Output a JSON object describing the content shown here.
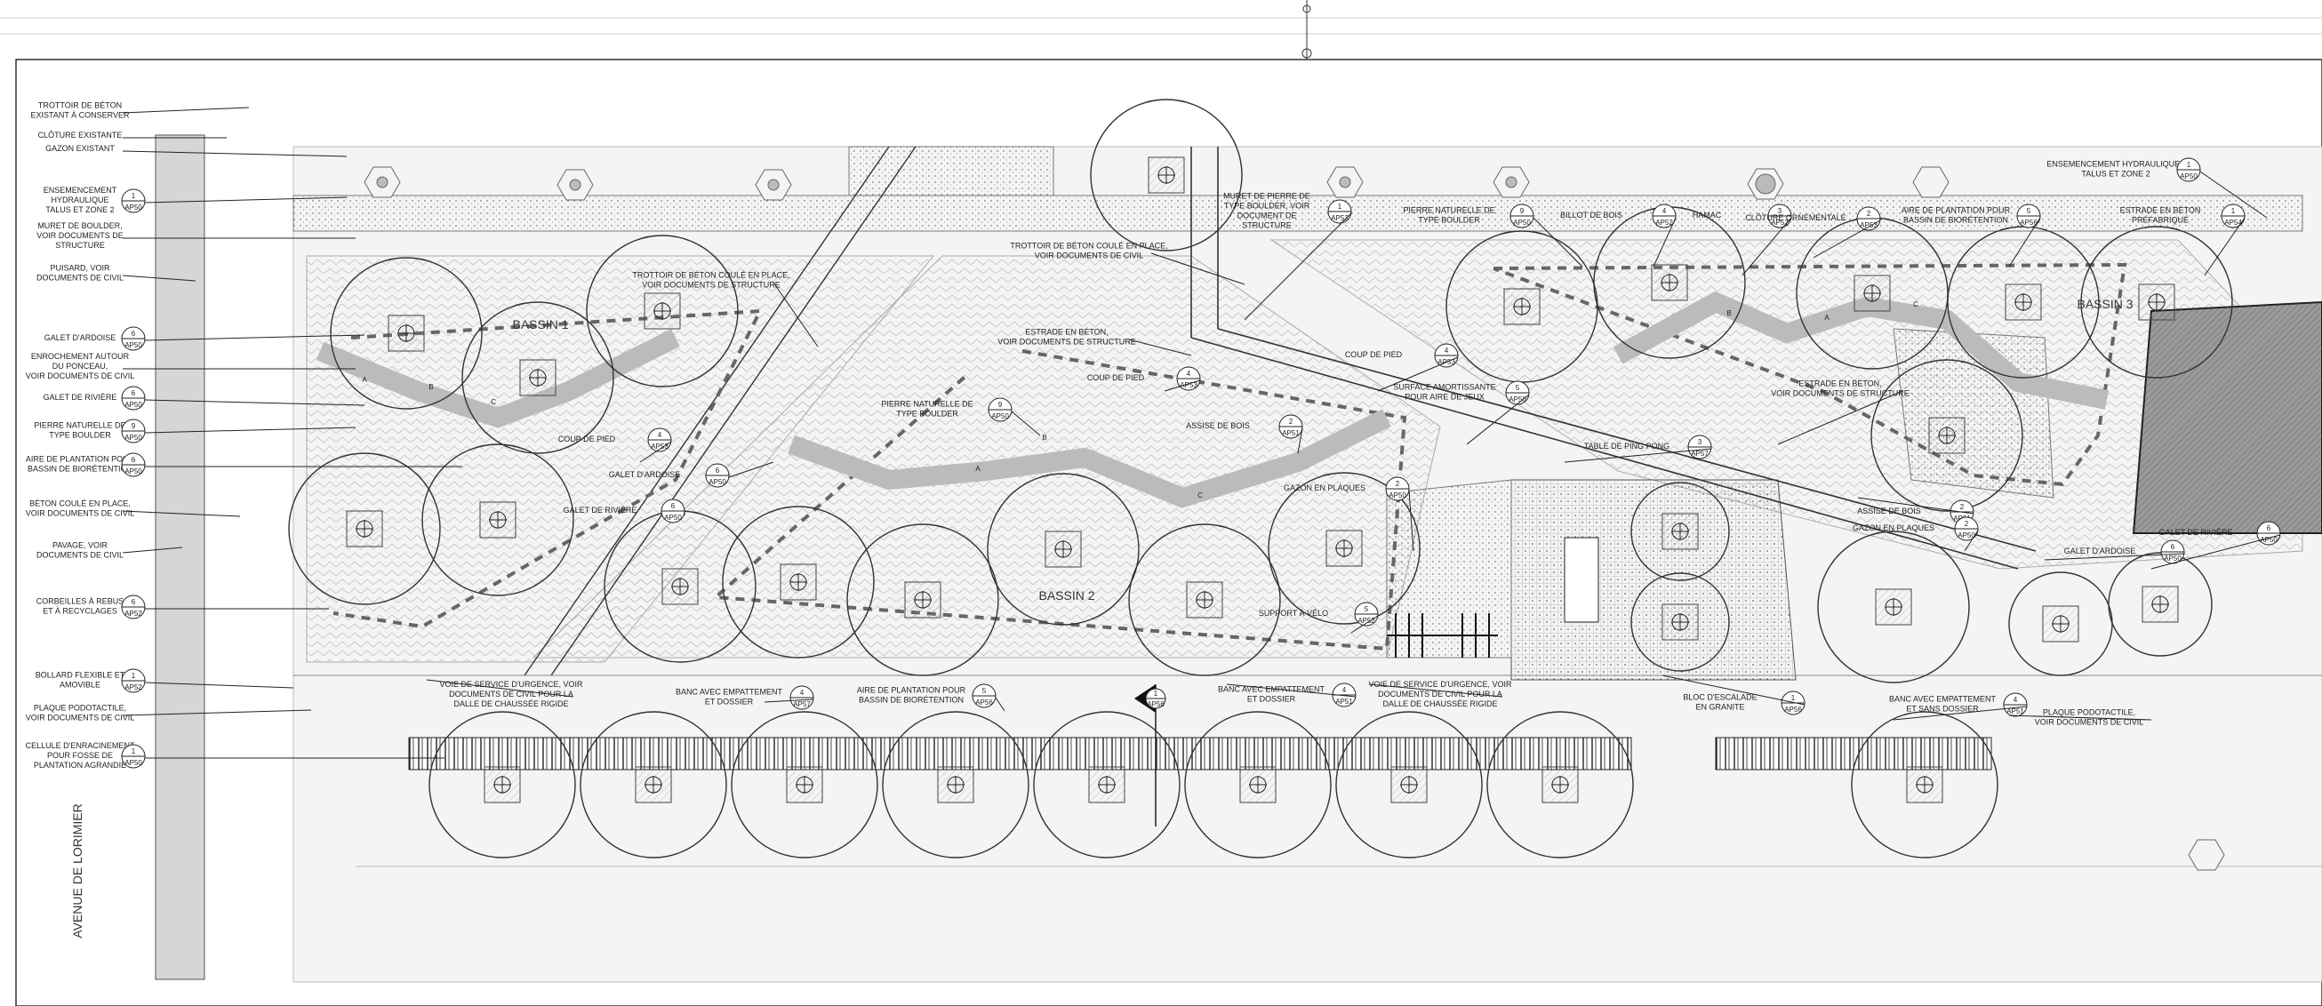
{
  "street_label": "AVENUE DE LORIMIER",
  "left_labels": [
    {
      "text": [
        "TROTTOIR DE BÉTON",
        "EXISTANT À CONSERVER"
      ]
    },
    {
      "text": [
        "CLÔTURE EXISTANTE"
      ]
    },
    {
      "text": [
        "GAZON EXISTANT"
      ]
    },
    {
      "text": [
        "ENSEMENCEMENT",
        "HYDRAULIQUE",
        "TALUS ET ZONE 2"
      ],
      "tag": {
        "num": "1",
        "sheet": "AP50"
      }
    },
    {
      "text": [
        "MURET DE BOULDER,",
        "VOIR DOCUMENTS DE",
        "STRUCTURE"
      ]
    },
    {
      "text": [
        "PUISARD, VOIR",
        "DOCUMENTS DE CIVIL"
      ]
    },
    {
      "text": [
        "GALET D'ARDOISE"
      ],
      "tag": {
        "num": "6",
        "sheet": "AP50"
      }
    },
    {
      "text": [
        "ENROCHEMENT AUTOUR",
        "DU PONCEAU,",
        "VOIR DOCUMENTS DE CIVIL"
      ]
    },
    {
      "text": [
        "GALET DE RIVIÈRE"
      ],
      "tag": {
        "num": "6",
        "sheet": "AP50"
      }
    },
    {
      "text": [
        "PIERRE NATURELLE DE",
        "TYPE BOULDER"
      ],
      "tag": {
        "num": "9",
        "sheet": "AP50"
      }
    },
    {
      "text": [
        "AIRE DE PLANTATION POUR",
        "BASSIN DE BIORÉTENTION"
      ],
      "tag": {
        "num": "6",
        "sheet": "AP50"
      }
    },
    {
      "text": [
        "BÉTON COULÉ EN PLACE,",
        "VOIR DOCUMENTS DE CIVIL"
      ]
    },
    {
      "text": [
        "PAVAGE, VOIR",
        "DOCUMENTS DE CIVIL"
      ]
    },
    {
      "text": [
        "CORBEILLES À REBUS",
        "ET À RECYCLAGES"
      ],
      "tag": {
        "num": "6",
        "sheet": "AP52"
      }
    },
    {
      "text": [
        "BOLLARD FLEXIBLE ET",
        "AMOVIBLE"
      ],
      "tag": {
        "num": "1",
        "sheet": "AP52"
      }
    },
    {
      "text": [
        "PLAQUE PODOTACTILE,",
        "VOIR DOCUMENTS DE CIVIL"
      ]
    },
    {
      "text": [
        "CELLULE D'ENRACINEMENT",
        "POUR FOSSE DE",
        "PLANTATION AGRANDIE"
      ],
      "tag": {
        "num": "1",
        "sheet": "AP50"
      }
    }
  ],
  "basin_labels": [
    "BASSIN 1",
    "BASSIN 2",
    "BASSIN 3"
  ],
  "plan_labels": [
    {
      "text": [
        "TROTTOIR DE BÉTON COULÉ EN PLACE,",
        "VOIR DOCUMENTS DE STRUCTURE"
      ]
    },
    {
      "text": [
        "TROTTOIR DE BÉTON COULÉ EN PLACE,",
        "VOIR DOCUMENTS DE CIVIL"
      ]
    },
    {
      "text": [
        "MURET DE PIERRE DE",
        "TYPE BOULDER, VOIR",
        "DOCUMENT DE",
        "STRUCTURE"
      ],
      "tag": {
        "num": "1",
        "sheet": "AP53"
      }
    },
    {
      "text": [
        "PIERRE NATURELLE DE",
        "TYPE BOULDER"
      ],
      "tag": {
        "num": "9",
        "sheet": "AP50"
      }
    },
    {
      "text": [
        "BILLOT DE BOIS"
      ],
      "tag": {
        "num": "4",
        "sheet": "AP52"
      }
    },
    {
      "text": [
        "HAMAC"
      ],
      "tag": {
        "num": "3",
        "sheet": "AP52"
      }
    },
    {
      "text": [
        "CLÔTURE ORNEMENTALE"
      ],
      "tag": {
        "num": "2",
        "sheet": "AP53"
      }
    },
    {
      "text": [
        "AIRE DE PLANTATION POUR",
        "BASSIN DE BIORÉTENTION"
      ],
      "tag": {
        "num": "5",
        "sheet": "AP56"
      }
    },
    {
      "text": [
        "ENSEMENCEMENT HYDRAULIQUE -",
        "TALUS ET ZONE 2"
      ],
      "tag": {
        "num": "1",
        "sheet": "AP50"
      }
    },
    {
      "text": [
        "ESTRADE EN BÉTON",
        "PRÉFABRIQUÉ"
      ],
      "tag": {
        "num": "1",
        "sheet": "AP54"
      }
    },
    {
      "text": [
        "ESTRADE EN BÉTON,",
        "VOIR DOCUMENTS DE STRUCTURE"
      ]
    },
    {
      "text": [
        "PIERRE NATURELLE DE",
        "TYPE BOULDER"
      ],
      "tag": {
        "num": "9",
        "sheet": "AP50"
      }
    },
    {
      "text": [
        "COUP DE PIED"
      ],
      "tag": {
        "num": "4",
        "sheet": "AP53"
      }
    },
    {
      "text": [
        "COUP DE PIED"
      ],
      "tag": {
        "num": "4",
        "sheet": "AP53"
      }
    },
    {
      "text": [
        "COUP DE PIED"
      ],
      "tag": {
        "num": "4",
        "sheet": "AP53"
      }
    },
    {
      "text": [
        "ASSISE DE BOIS"
      ],
      "tag": {
        "num": "2",
        "sheet": "AP51"
      }
    },
    {
      "text": [
        "SURFACE AMORTISSANTE",
        "POUR AIRE DE JEUX"
      ],
      "tag": {
        "num": "5",
        "sheet": "AP50"
      }
    },
    {
      "text": [
        "ESTRADE EN BÉTON,",
        "VOIR DOCUMENTS DE STRUCTURE"
      ]
    },
    {
      "text": [
        "TABLE DE PING PONG"
      ],
      "tag": {
        "num": "3",
        "sheet": "AP57"
      }
    },
    {
      "text": [
        "ASSISE DE BOIS"
      ],
      "tag": {
        "num": "2",
        "sheet": "AP51"
      }
    },
    {
      "text": [
        "GAZON EN PLAQUES"
      ],
      "tag": {
        "num": "2",
        "sheet": "AP50"
      }
    },
    {
      "text": [
        "GAZON EN PLAQUES"
      ],
      "tag": {
        "num": "2",
        "sheet": "AP50"
      }
    },
    {
      "text": [
        "GALET D'ARDOISE"
      ],
      "tag": {
        "num": "6",
        "sheet": "AP50"
      }
    },
    {
      "text": [
        "GALET DE RIVIÈRE"
      ],
      "tag": {
        "num": "6",
        "sheet": "AP50"
      }
    },
    {
      "text": [
        "GALET D'ARDOISE"
      ],
      "tag": {
        "num": "6",
        "sheet": "AP50"
      }
    },
    {
      "text": [
        "GALET DE RIVIÈRE"
      ],
      "tag": {
        "num": "6",
        "sheet": "AP50"
      }
    },
    {
      "text": [
        "SUPPORT À VÉLO"
      ],
      "tag": {
        "num": "5",
        "sheet": "AP52"
      }
    },
    {
      "text": [
        "VOIE DE SERVICE D'URGENCE, VOIR",
        "DOCUMENTS DE CIVIL POUR LA",
        "DALLE DE CHAUSSÉE RIGIDE"
      ]
    },
    {
      "text": [
        "BANC AVEC EMPATTEMENT",
        "ET DOSSIER"
      ],
      "tag": {
        "num": "4",
        "sheet": "AP57"
      }
    },
    {
      "text": [
        "AIRE DE PLANTATION POUR",
        "BASSIN DE BIORÉTENTION"
      ],
      "tag": {
        "num": "5",
        "sheet": "AP56"
      }
    },
    {
      "text": [
        "BANC AVEC EMPATTEMENT",
        "ET DOSSIER"
      ],
      "tag": {
        "num": "4",
        "sheet": "AP51"
      }
    },
    {
      "text": [
        "VOIE DE SERVICE D'URGENCE, VOIR",
        "DOCUMENTS DE CIVIL POUR LA",
        "DALLE DE CHAUSSÉE RIGIDE"
      ]
    },
    {
      "text": [
        "BLOC D'ESCALADE",
        "EN GRANITE"
      ],
      "tag": {
        "num": "1",
        "sheet": "AP56"
      }
    },
    {
      "text": [
        "BANC AVEC EMPATTEMENT",
        "ET SANS DOSSIER"
      ],
      "tag": {
        "num": "4",
        "sheet": "AP51"
      }
    },
    {
      "text": [
        "PLAQUE PODOTACTILE,",
        "VOIR DOCUMENTS DE CIVIL"
      ]
    }
  ],
  "north_arrow_tag": {
    "num": "1",
    "sheet": "AP56"
  },
  "zone_letters": [
    "A",
    "B",
    "C"
  ],
  "icons": [
    "north-arrow-icon",
    "tree-symbol-icon",
    "bike-rack-icon"
  ]
}
